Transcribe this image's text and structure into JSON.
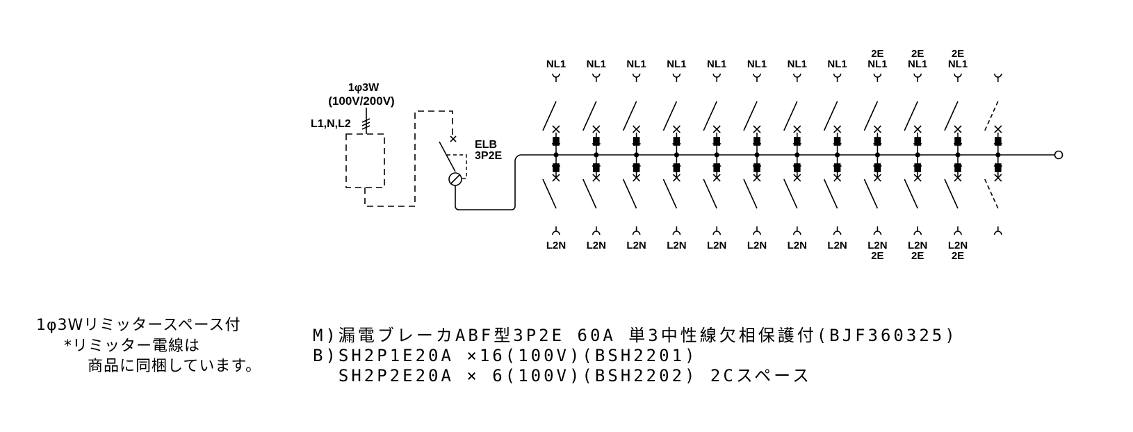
{
  "supply": {
    "phase_label": "1φ3W",
    "voltage_label": "(100V/200V)",
    "lines_label": "L1,N,L2"
  },
  "main_breaker": {
    "label_line1": "ELB",
    "label_line2": "3P2E"
  },
  "branches": [
    {
      "top": [
        "NL1"
      ],
      "bottom": [
        "L2N"
      ],
      "spare": false
    },
    {
      "top": [
        "NL1"
      ],
      "bottom": [
        "L2N"
      ],
      "spare": false
    },
    {
      "top": [
        "NL1"
      ],
      "bottom": [
        "L2N"
      ],
      "spare": false
    },
    {
      "top": [
        "NL1"
      ],
      "bottom": [
        "L2N"
      ],
      "spare": false
    },
    {
      "top": [
        "NL1"
      ],
      "bottom": [
        "L2N"
      ],
      "spare": false
    },
    {
      "top": [
        "NL1"
      ],
      "bottom": [
        "L2N"
      ],
      "spare": false
    },
    {
      "top": [
        "NL1"
      ],
      "bottom": [
        "L2N"
      ],
      "spare": false
    },
    {
      "top": [
        "NL1"
      ],
      "bottom": [
        "L2N"
      ],
      "spare": false
    },
    {
      "top": [
        "2E",
        "NL1"
      ],
      "bottom": [
        "L2N",
        "2E"
      ],
      "spare": false
    },
    {
      "top": [
        "2E",
        "NL1"
      ],
      "bottom": [
        "L2N",
        "2E"
      ],
      "spare": false
    },
    {
      "top": [
        "2E",
        "NL1"
      ],
      "bottom": [
        "L2N",
        "2E"
      ],
      "spare": false
    },
    {
      "top": [],
      "bottom": [],
      "spare": true
    }
  ],
  "notes": {
    "line1": "1φ3Wリミッタースペース付",
    "line2": "*リミッター電線は",
    "line3": "商品に同梱しています。"
  },
  "specs": {
    "main": "M)漏電ブレーカABF型3P2E 60A 単3中性線欠相保護付(BJF360325)",
    "branch1": "B)SH2P1E20A ×16(100V)(BSH2201)",
    "branch2": "  SH2P2E20A × 6(100V)(BSH2202) 2Cスペース"
  }
}
